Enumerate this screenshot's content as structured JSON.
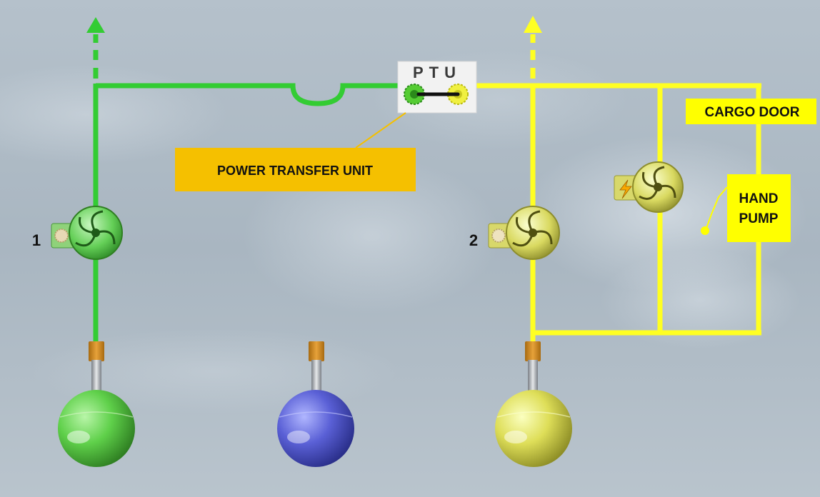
{
  "ptu": {
    "title": "PTU"
  },
  "callouts": {
    "power_transfer_unit": "POWER TRANSFER UNIT",
    "cargo_door": "CARGO DOOR",
    "hand_pump_line1": "HAND",
    "hand_pump_line2": "PUMP"
  },
  "pump_labels": {
    "green": "1",
    "yellow": "2"
  },
  "systems": [
    {
      "name": "green",
      "color": "#33cc33"
    },
    {
      "name": "blue",
      "color": "#4a50c8"
    },
    {
      "name": "yellow",
      "color": "#ffff22"
    }
  ],
  "colors": {
    "green_line": "#33cc33",
    "yellow_line": "#ffff22",
    "callout_orange": "#f5c000",
    "label_yellow": "#ffff00",
    "background": "#aebbc6"
  }
}
